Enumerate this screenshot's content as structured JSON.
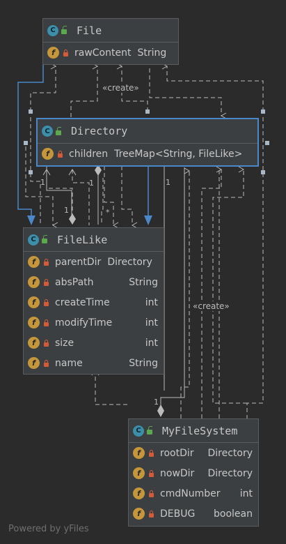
{
  "diagram": {
    "classes": {
      "file": {
        "icon": "C",
        "name": "File",
        "fields": [
          {
            "icon": "f",
            "name": "rawContent",
            "type": "String"
          }
        ]
      },
      "directory": {
        "icon": "C",
        "name": "Directory",
        "fields": [
          {
            "icon": "f",
            "name": "children",
            "type": "TreeMap<String, FileLike>"
          }
        ]
      },
      "filelike": {
        "icon": "C",
        "name": "FileLike",
        "fields": [
          {
            "icon": "f",
            "name": "parentDir",
            "type": "Directory"
          },
          {
            "icon": "f",
            "name": "absPath",
            "type": "String"
          },
          {
            "icon": "f",
            "name": "createTime",
            "type": "int"
          },
          {
            "icon": "f",
            "name": "modifyTime",
            "type": "int"
          },
          {
            "icon": "f",
            "name": "size",
            "type": "int"
          },
          {
            "icon": "f",
            "name": "name",
            "type": "String"
          }
        ]
      },
      "myfilesystem": {
        "icon": "C",
        "name": "MyFileSystem",
        "fields": [
          {
            "icon": "f",
            "name": "rootDir",
            "type": "Directory"
          },
          {
            "icon": "f",
            "name": "nowDir",
            "type": "Directory"
          },
          {
            "icon": "f",
            "name": "cmdNumber",
            "type": "int"
          },
          {
            "icon": "f",
            "name": "DEBUG",
            "type": "boolean"
          }
        ]
      }
    },
    "edge_labels": {
      "create_top": "«create»",
      "create_right": "«create»"
    },
    "multiplicities": {
      "m1": "1",
      "m2": "1",
      "m3": "1",
      "m4": "*",
      "m5": "1",
      "m6": "1"
    },
    "colors": {
      "inheritance": "#4a88c7",
      "dependency": "#bbbbbb",
      "selection": "#4a88c7"
    }
  },
  "footer": {
    "text": "Powered by yFiles"
  }
}
